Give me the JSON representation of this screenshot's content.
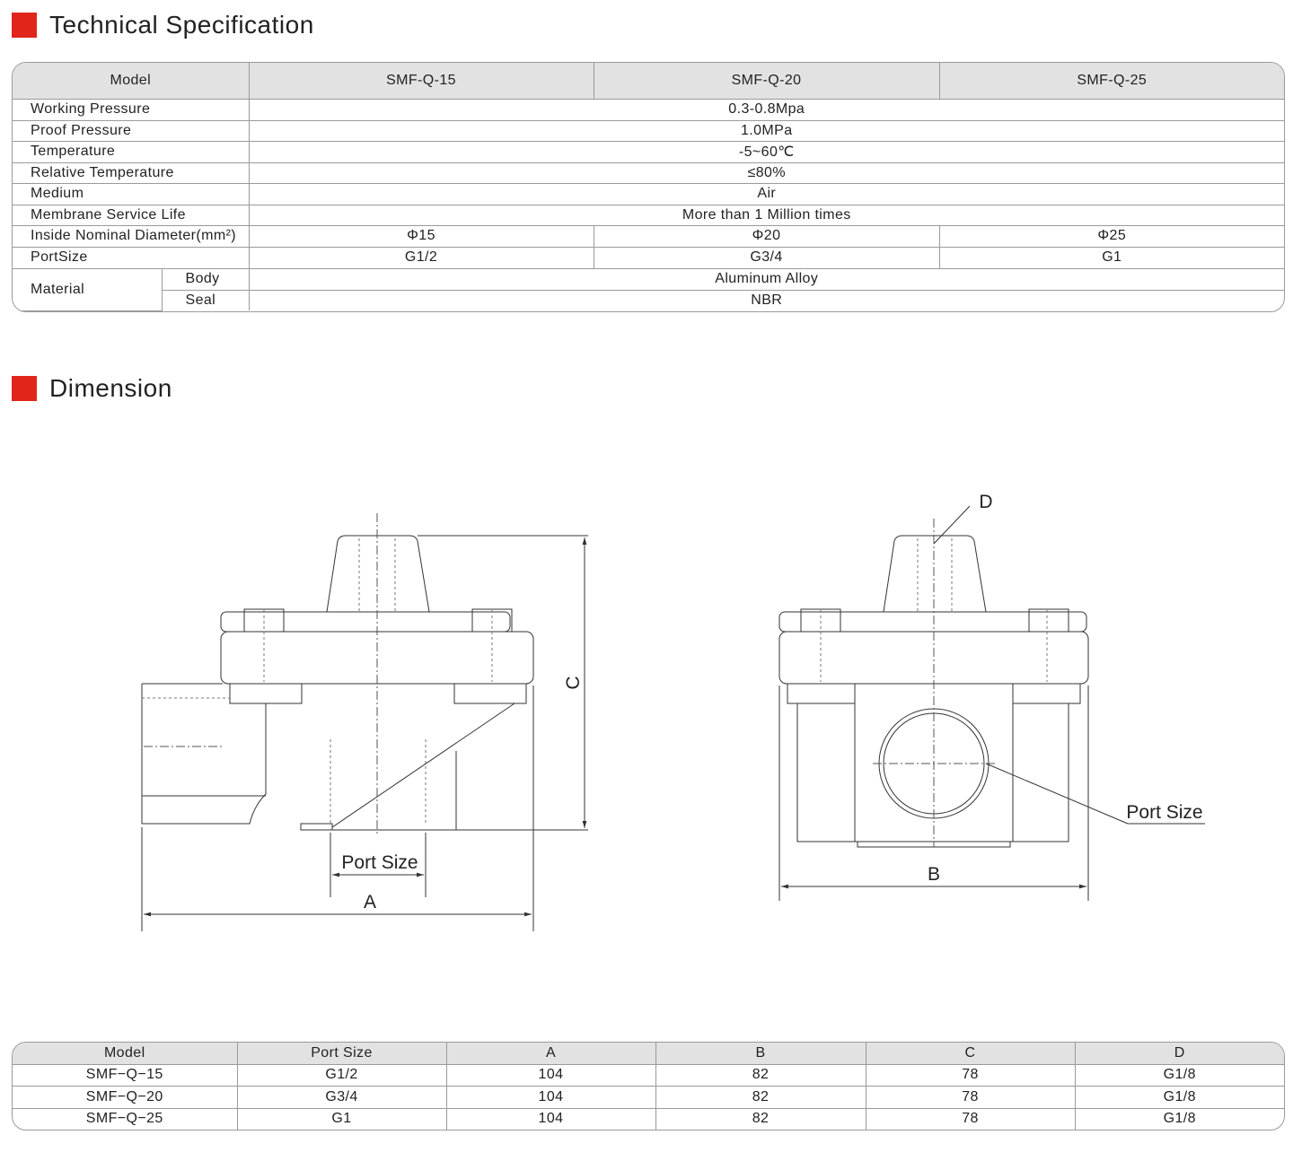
{
  "spec_section": {
    "title": "Technical Specification",
    "header": {
      "label": "Model",
      "models": [
        "SMF-Q-15",
        "SMF-Q-20",
        "SMF-Q-25"
      ]
    },
    "rows": [
      {
        "label": "Working Pressure",
        "value": "0.3-0.8Mpa"
      },
      {
        "label": "Proof Pressure",
        "value": "1.0MPa"
      },
      {
        "label": "Temperature",
        "value": "-5~60℃"
      },
      {
        "label": "Relative Temperature",
        "value": "≤80%"
      },
      {
        "label": "Medium",
        "value": "Air"
      },
      {
        "label": "Membrane Service Life",
        "value": "More than 1 Million times"
      }
    ],
    "diameter": {
      "label": "Inside Nominal Diameter(mm²)",
      "values": [
        "Φ15",
        "Φ20",
        "Φ25"
      ]
    },
    "port": {
      "label": "PortSize",
      "values": [
        "G1/2",
        "G3/4",
        "G1"
      ]
    },
    "material": {
      "label": "Material",
      "body_label": "Body",
      "body_value": "Aluminum Alloy",
      "seal_label": "Seal",
      "seal_value": "NBR"
    }
  },
  "dimension_section": {
    "title": "Dimension",
    "drawing_labels": {
      "port_size_side": "Port Size",
      "a": "A",
      "c": "C",
      "d": "D",
      "b": "B",
      "port_size_front": "Port Size"
    },
    "table": {
      "headers": [
        "Model",
        "Port Size",
        "A",
        "B",
        "C",
        "D"
      ],
      "rows": [
        [
          "SMF−Q−15",
          "G1/2",
          "104",
          "82",
          "78",
          "G1/8"
        ],
        [
          "SMF−Q−20",
          "G3/4",
          "104",
          "82",
          "78",
          "G1/8"
        ],
        [
          "SMF−Q−25",
          "G1",
          "104",
          "82",
          "78",
          "G1/8"
        ]
      ]
    }
  }
}
